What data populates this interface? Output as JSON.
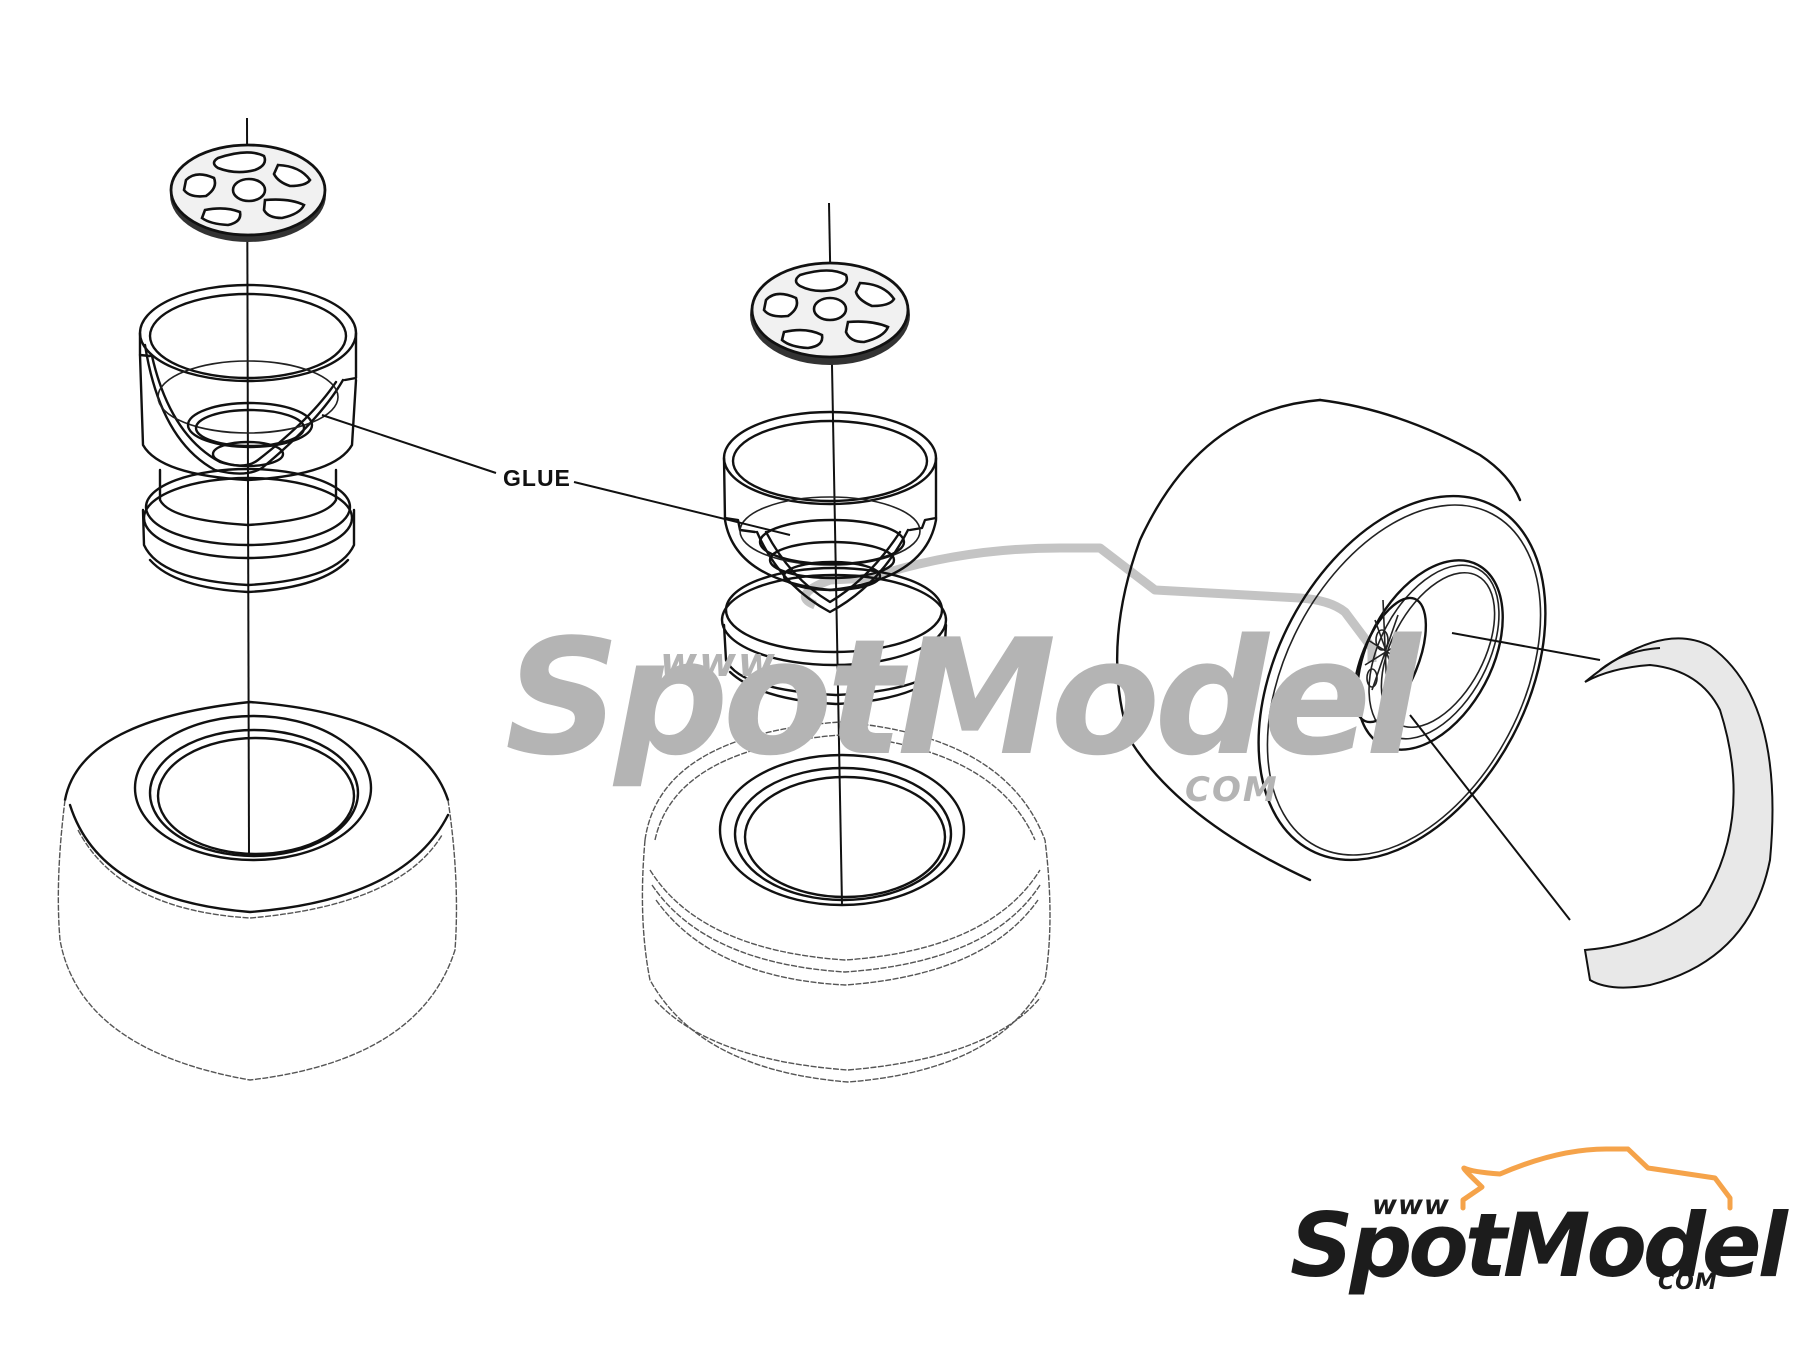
{
  "diagram": {
    "type": "assembly-instructions",
    "subject": "wheel and tire assembly",
    "callout": {
      "label": "GLUE"
    },
    "assemblies": [
      {
        "id": "left",
        "parts": [
          "wheel-disc",
          "rim-half-outer",
          "rim-half-inner",
          "tire"
        ]
      },
      {
        "id": "middle",
        "parts": [
          "wheel-disc",
          "rim-half-outer",
          "rim-half-inner",
          "tire"
        ]
      },
      {
        "id": "right",
        "parts": [
          "assembled-tire-with-spoked-wheel",
          "tire-sidewall-decal"
        ]
      }
    ]
  },
  "watermark": {
    "prefix": "www",
    "brand": "SpotModel",
    "suffix": "COM",
    "color": "#b4b4b4"
  },
  "logo": {
    "prefix": "www",
    "brand": "SpotModel",
    "suffix": "COM",
    "text_color": "#1c1c1c",
    "accent_color": "#f5a34a"
  }
}
